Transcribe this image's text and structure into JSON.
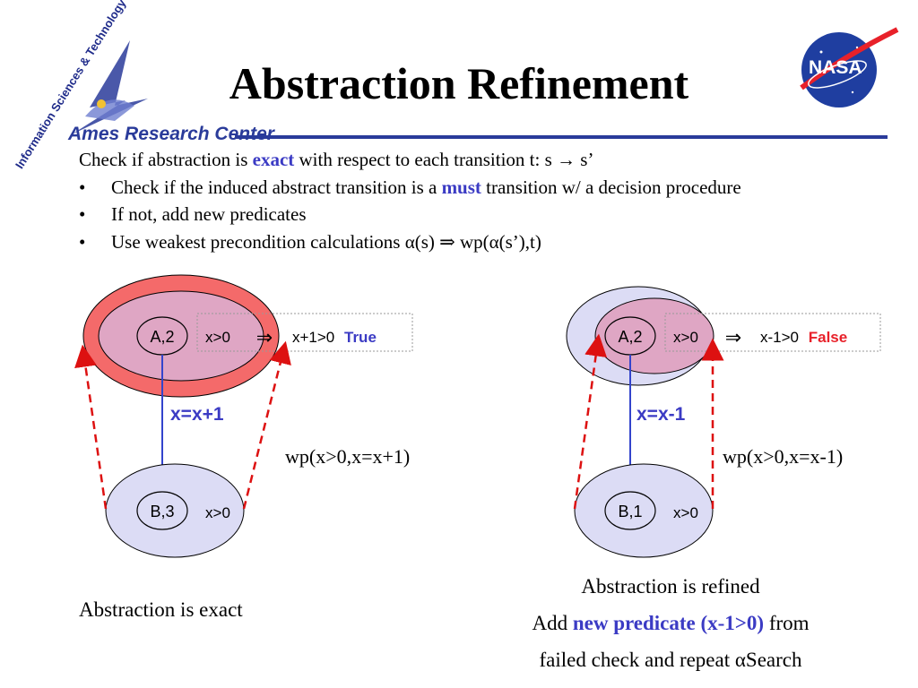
{
  "header": {
    "title": "Abstraction Refinement",
    "logo_left": {
      "org": "Ames Research Center",
      "division": "Information Sciences & Technology"
    },
    "logo_right": {
      "text": "NASA"
    }
  },
  "body": {
    "intro": {
      "pre": "Check if abstraction is ",
      "kw": "exact",
      "post": " with respect to each transition t: s → s’"
    },
    "bullets": [
      {
        "pre": "Check if the induced abstract transition is a ",
        "kw": "must",
        "post": " transition w/ a decision procedure"
      },
      {
        "pre": "If not, add new predicates",
        "kw": "",
        "post": ""
      },
      {
        "pre": "Use weakest precondition calculations α(s) ⇒ wp(α(s’),t)",
        "kw": "",
        "post": ""
      }
    ],
    "bullet_mark": "•"
  },
  "left_diagram": {
    "state_top": "A,2",
    "pred_top": "x>0",
    "implies": "⇒",
    "check_expr": "x+1>0",
    "check_result": "True",
    "transition": "x=x+1",
    "state_bottom": "B,3",
    "pred_bottom": "x>0",
    "wp": "wp(x>0,x=x+1)",
    "caption": "Abstraction is exact"
  },
  "right_diagram": {
    "state_top": "A,2",
    "pred_top": "x>0",
    "implies": "⇒",
    "check_expr": "x-1>0",
    "check_result": "False",
    "transition": "x=x-1",
    "state_bottom": "B,1",
    "pred_bottom": "x>0",
    "wp": "wp(x>0,x=x-1)",
    "caption_line1": "Abstraction is refined",
    "caption_line2_pre": "Add ",
    "caption_line2_kw": "new predicate (x-1>0)",
    "caption_line2_post": " from",
    "caption_line3": "failed check and repeat αSearch"
  },
  "colors": {
    "title": "#000000",
    "keyword_blue": "#3b3bc4",
    "keyword_red": "#e8212a",
    "ellipse_red": "#f46a6a",
    "ellipse_pink": "#dfa6c4",
    "ellipse_lavender": "#dcdcf5",
    "arrow_blue": "#3344cc",
    "dashed_red": "#dd1111",
    "ames_blue": "#2a3b9a"
  }
}
